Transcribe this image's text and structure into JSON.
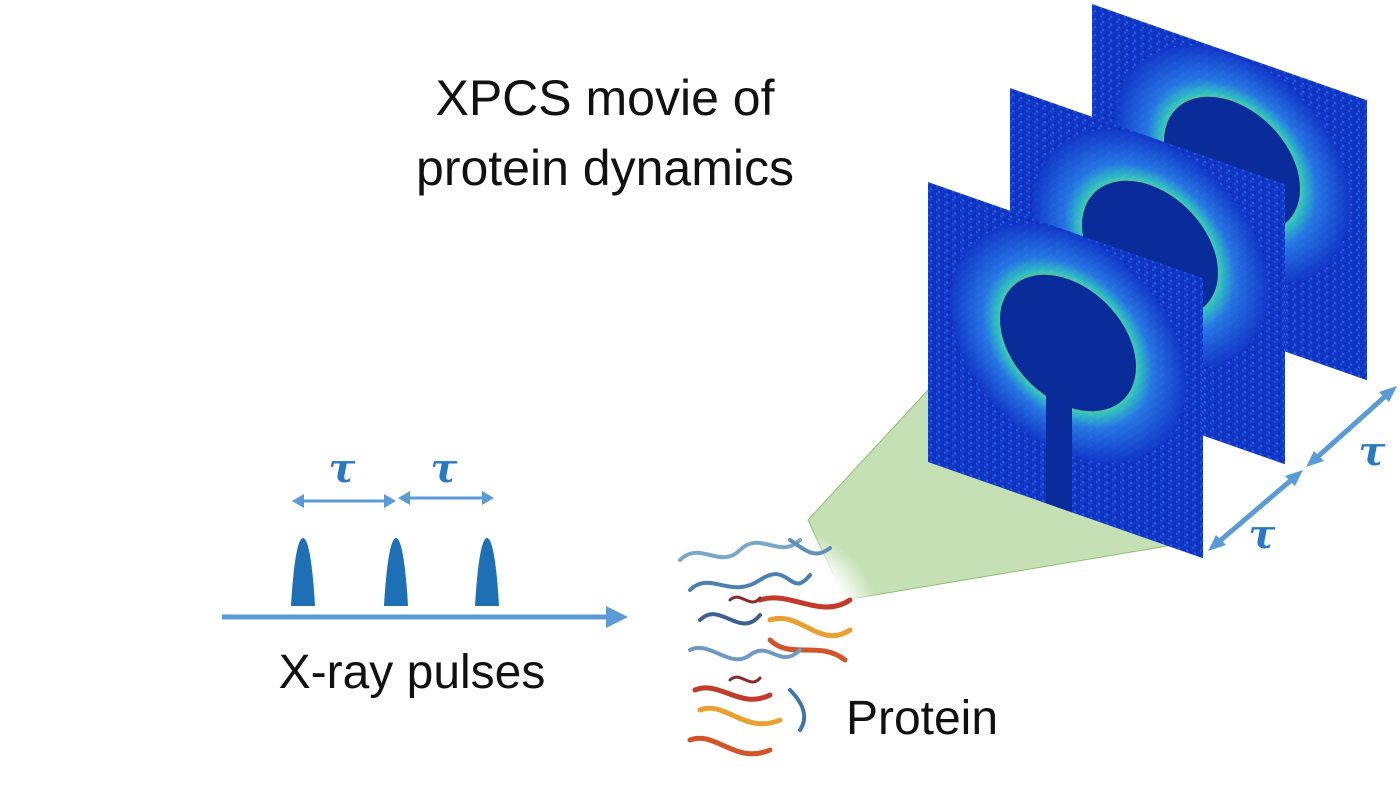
{
  "title": {
    "line1": "XPCS movie of",
    "line2": "protein dynamics"
  },
  "pulses_label": "X-ray pulses",
  "protein_label": "Protein",
  "tau_symbol": "τ",
  "colors": {
    "arrow": "#5b9bd5",
    "pulse": "#1f6fb4",
    "tau_text": "#2a78c0",
    "cone": "#c5e0b4",
    "detector_bg": "#1238c8",
    "speckle_ring": "#e7d51e",
    "beamstop": "#0a2c9a"
  },
  "icons": {
    "pulse": "gaussian-pulse-icon",
    "detector_frame": "speckle-pattern-icon",
    "protein": "protein-ribbon-structure-icon"
  }
}
